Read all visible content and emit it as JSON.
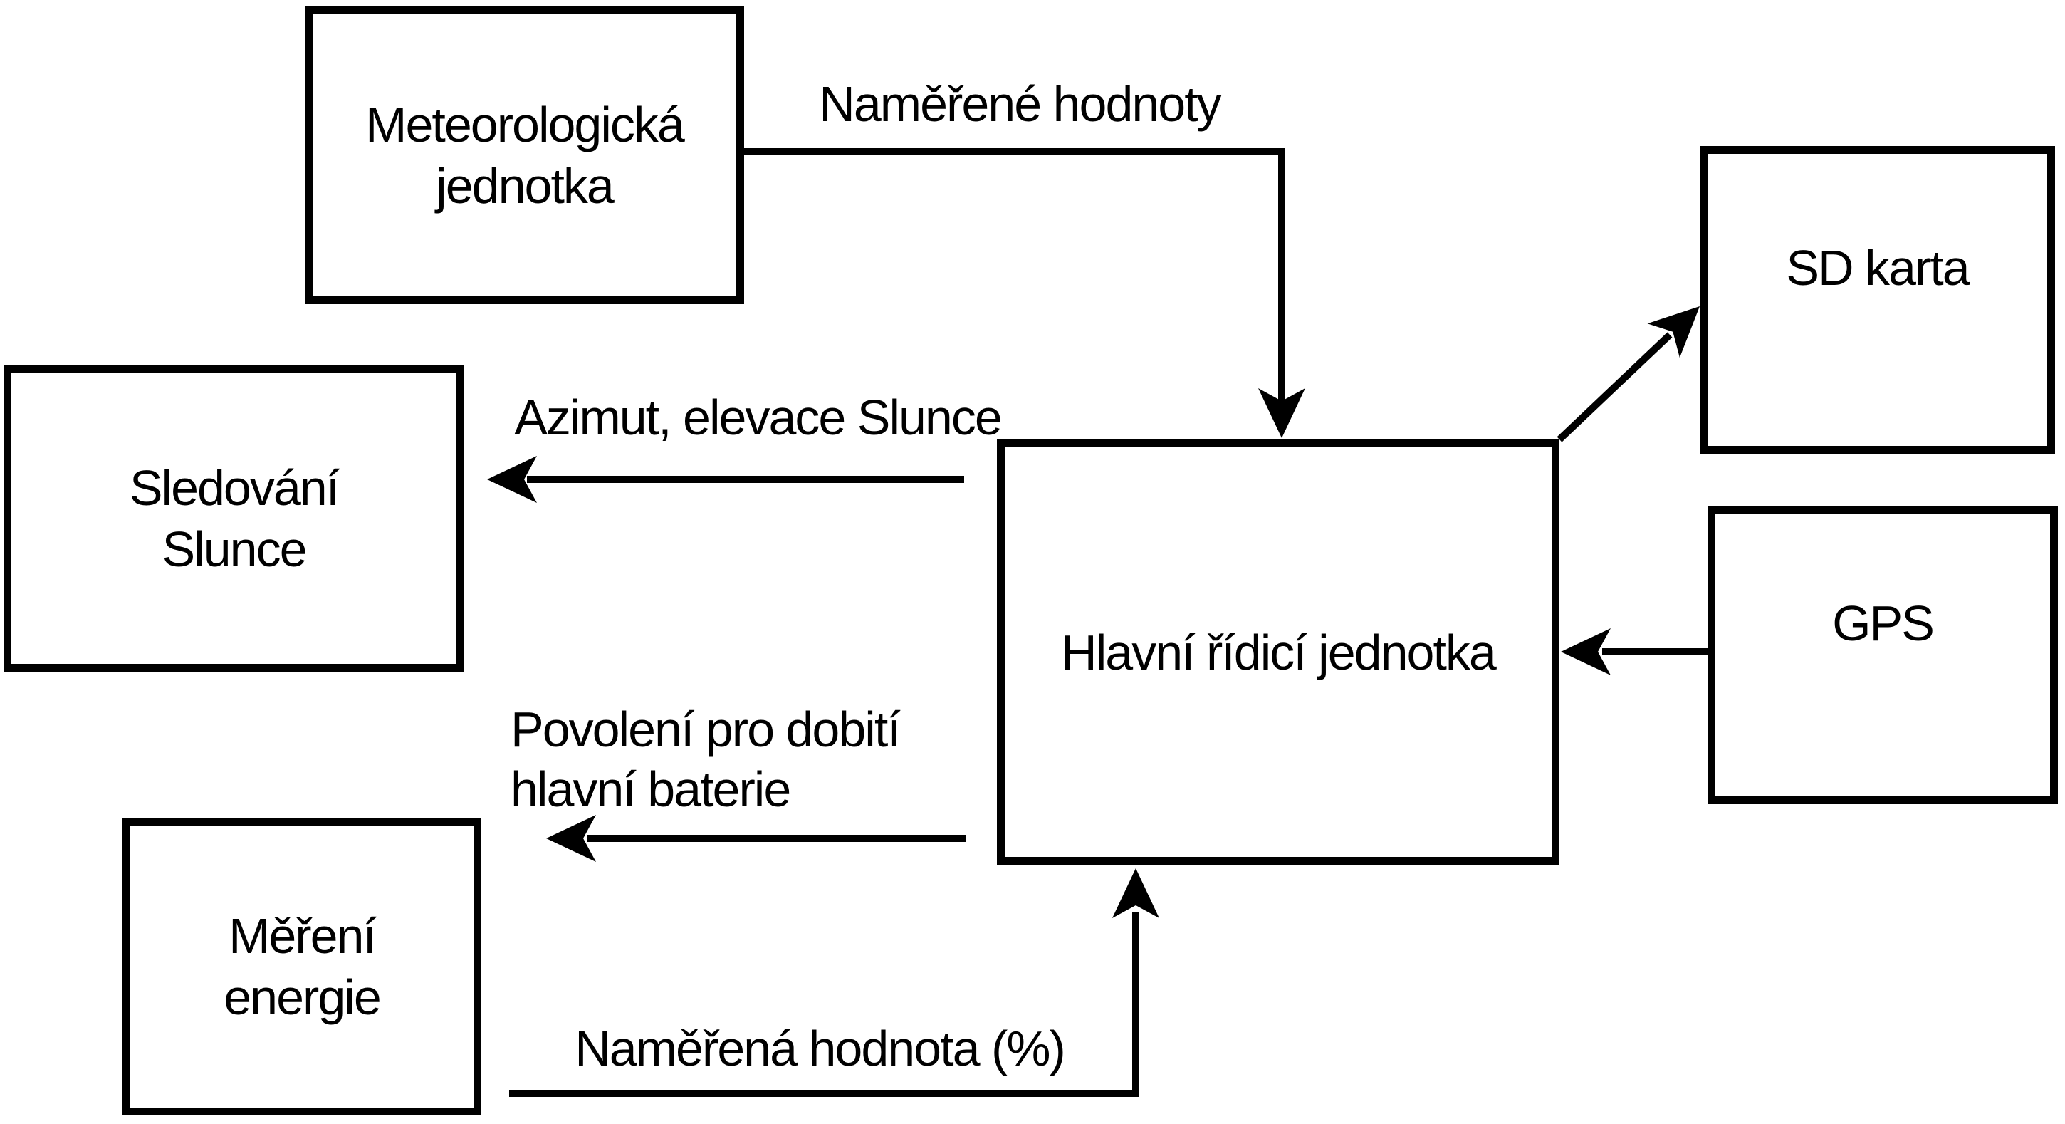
{
  "colors": {
    "background": "#ffffff",
    "stroke": "#000000",
    "text": "#000000"
  },
  "nodes": {
    "meteo": {
      "line1": "Meteorologická",
      "line2": "jednotka"
    },
    "sledovani": {
      "line1": "Sledování",
      "line2": "Slunce"
    },
    "mereni": {
      "line1": "Měření",
      "line2": "energie"
    },
    "main": {
      "label": "Hlavní řídicí jednotka"
    },
    "sd": {
      "label": "SD karta"
    },
    "gps": {
      "label": "GPS"
    }
  },
  "edges": {
    "meteo_to_main": {
      "from": "Meteorologická jednotka",
      "to": "Hlavní řídicí jednotka",
      "label": "Naměřené hodnoty"
    },
    "main_to_sledovani": {
      "from": "Hlavní řídicí jednotka",
      "to": "Sledování Slunce",
      "label": "Azimut, elevace Slunce"
    },
    "main_to_mereni": {
      "from": "Hlavní řídicí jednotka",
      "to": "Měření energie",
      "label_line1": "Povolení pro dobití",
      "label_line2": "hlavní baterie"
    },
    "mereni_to_main": {
      "from": "Měření energie",
      "to": "Hlavní řídicí jednotka",
      "label": "Naměřená hodnota (%)"
    },
    "main_to_sd": {
      "from": "Hlavní řídicí jednotka",
      "to": "SD karta",
      "label": ""
    },
    "gps_to_main": {
      "from": "GPS",
      "to": "Hlavní řídicí jednotka",
      "label": ""
    }
  }
}
